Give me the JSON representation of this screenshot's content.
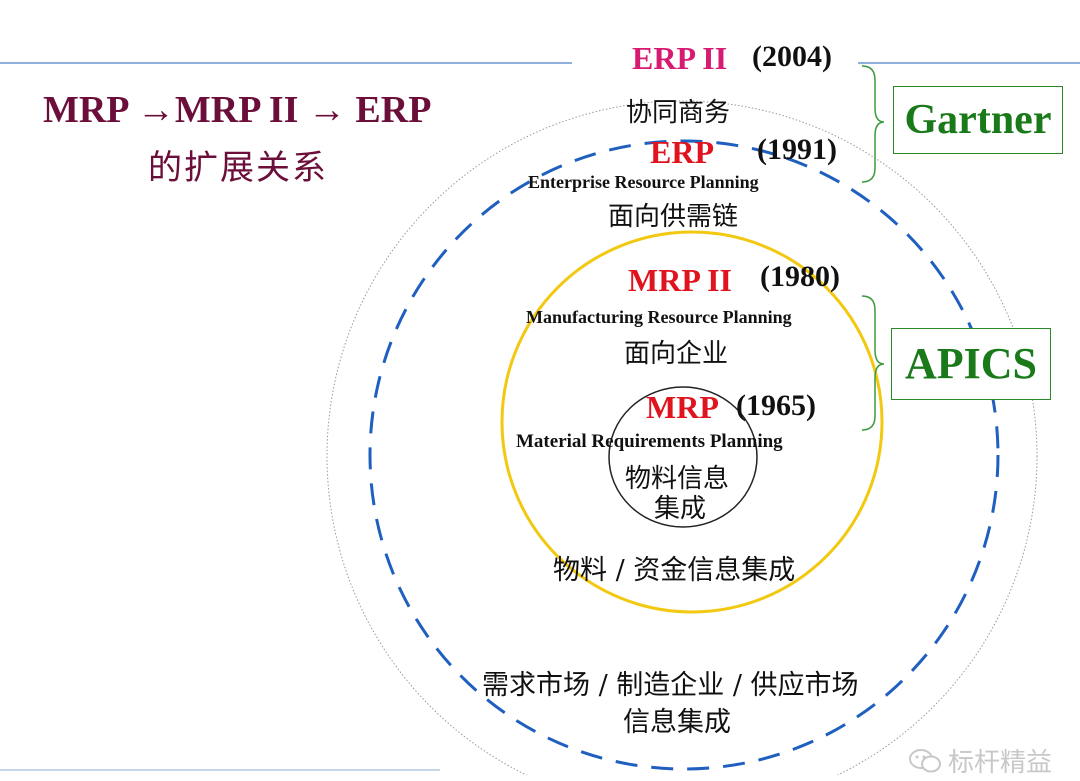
{
  "title": {
    "line1": "MRP →MRP II → ERP",
    "line2": "的扩展关系"
  },
  "levels": {
    "erp2": {
      "name": "ERP II",
      "year": "(2004)",
      "cn": "协同商务"
    },
    "erp": {
      "name": "ERP",
      "year": "(1991)",
      "en": "Enterprise Resource Planning",
      "cn": "面向供需链"
    },
    "mrp2": {
      "name": "MRP II",
      "year": "(1980)",
      "en": "Manufacturing Resource Planning",
      "cn": "面向企业"
    },
    "mrp": {
      "name": "MRP",
      "year": "(1965)",
      "en": "Material Requirements Planning",
      "cn_line1": "物料信息",
      "cn_line2": "集成"
    }
  },
  "ring_labels": {
    "mrp2_ring": "物料 / 资金信息集成",
    "erp_ring_line1": "需求市场 / 制造企业 / 供应市场",
    "erp_ring_line2": "信息集成"
  },
  "organizations": {
    "gartner": "Gartner",
    "apics": "APICS"
  },
  "watermark": "标杆精益",
  "colors": {
    "title": "#6b0f3a",
    "erp2": "#d81b72",
    "red": "#e0141e",
    "gold_ring": "#f2c811",
    "blue_ring": "#1f5fbf",
    "green": "#2a8a2a"
  }
}
